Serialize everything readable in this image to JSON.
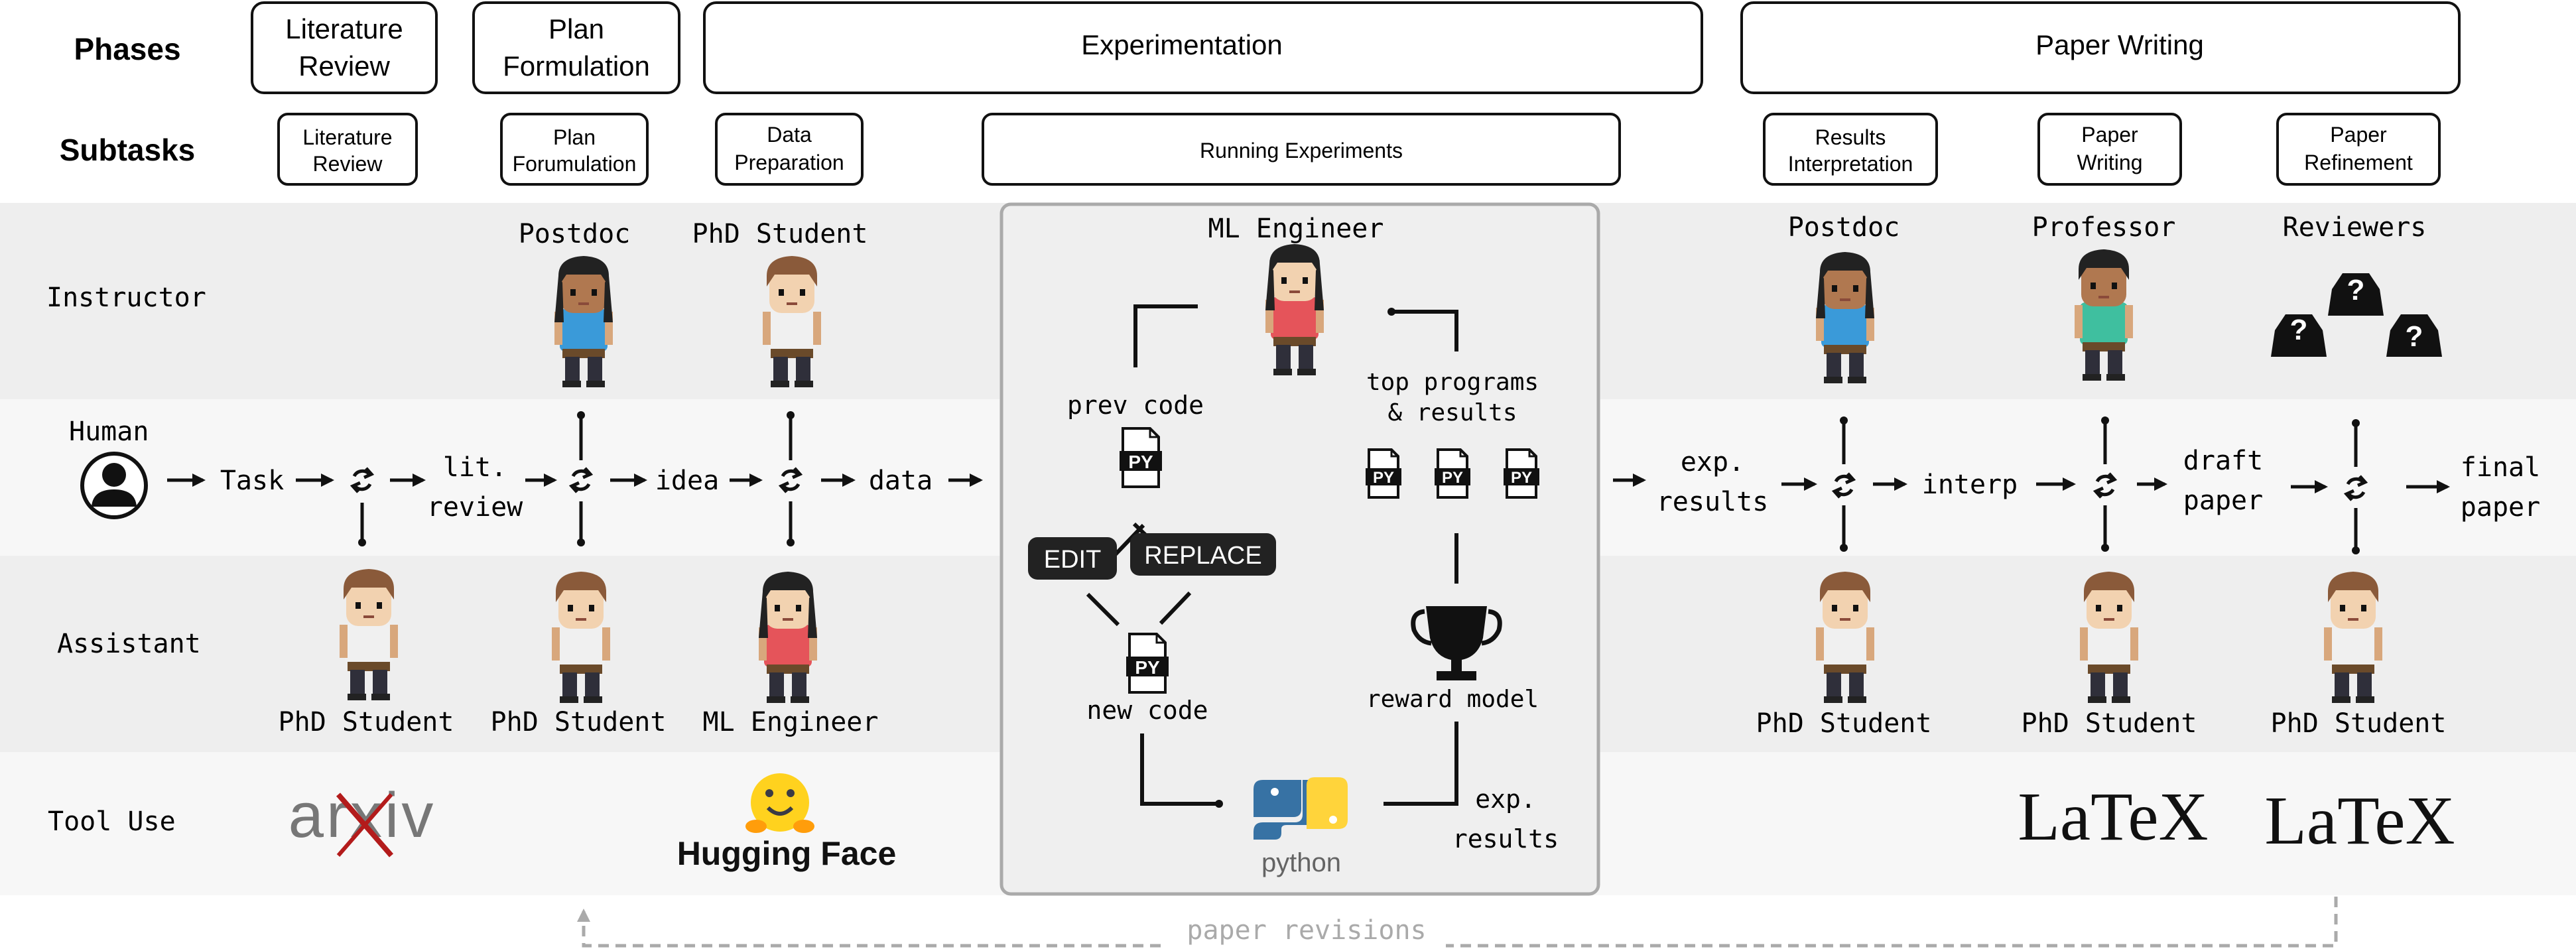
{
  "headers": {
    "phases": "Phases",
    "subtasks": "Subtasks"
  },
  "phases": [
    [
      "Literature",
      "Review"
    ],
    [
      "Plan",
      "Formulation"
    ],
    [
      "Experimentation"
    ],
    [
      "Paper Writing"
    ]
  ],
  "subtasks": [
    [
      "Literature",
      "Review"
    ],
    [
      "Plan",
      "Forumulation"
    ],
    [
      "Data",
      "Preparation"
    ],
    [
      "Running Experiments"
    ],
    [
      "Results",
      "Interpretation"
    ],
    [
      "Paper",
      "Writing"
    ],
    [
      "Paper",
      "Refinement"
    ]
  ],
  "rows": {
    "instructor": "Instructor",
    "human": "Human",
    "assistant": "Assistant",
    "tool_use": "Tool Use"
  },
  "roles": {
    "instructors": [
      "Postdoc",
      "PhD Student",
      "Postdoc",
      "Professor",
      "Reviewers"
    ],
    "assistants": [
      "PhD Student",
      "PhD Student",
      "ML Engineer",
      "PhD Student",
      "PhD Student",
      "PhD Student"
    ]
  },
  "flow": {
    "task": "Task",
    "lit_review": [
      "lit.",
      "review"
    ],
    "idea": "idea",
    "data": "data",
    "exp_results": [
      "exp.",
      "results"
    ],
    "interp": "interp",
    "draft_paper": [
      "draft",
      "paper"
    ],
    "final_paper": [
      "final",
      "paper"
    ]
  },
  "ml_box": {
    "title": "ML Engineer",
    "prev_code": "prev code",
    "top_programs": [
      "top programs",
      "& results"
    ],
    "edit": "EDIT",
    "replace": "REPLACE",
    "new_code": "new code",
    "reward_model": "reward model",
    "exp_results": [
      "exp.",
      "results"
    ],
    "py_label": "PY",
    "python_logo": "python"
  },
  "tools": {
    "arxiv": "arxiv",
    "hugging_face": "Hugging Face",
    "latex1": "LaTeX",
    "latex2": "LaTeX"
  },
  "revisions": "paper revisions",
  "colors": {
    "band_gray": "#eeeeee",
    "band_light": "#f7f7f7",
    "arxiv_red": "#b31b1b",
    "hf_yellow": "#ffd21e",
    "py_blue": "#3772a4",
    "py_yellow": "#ffd43b",
    "shirt_blue": "#3a9ad9",
    "shirt_red": "#e5545a",
    "shirt_green": "#3fbf9f"
  }
}
